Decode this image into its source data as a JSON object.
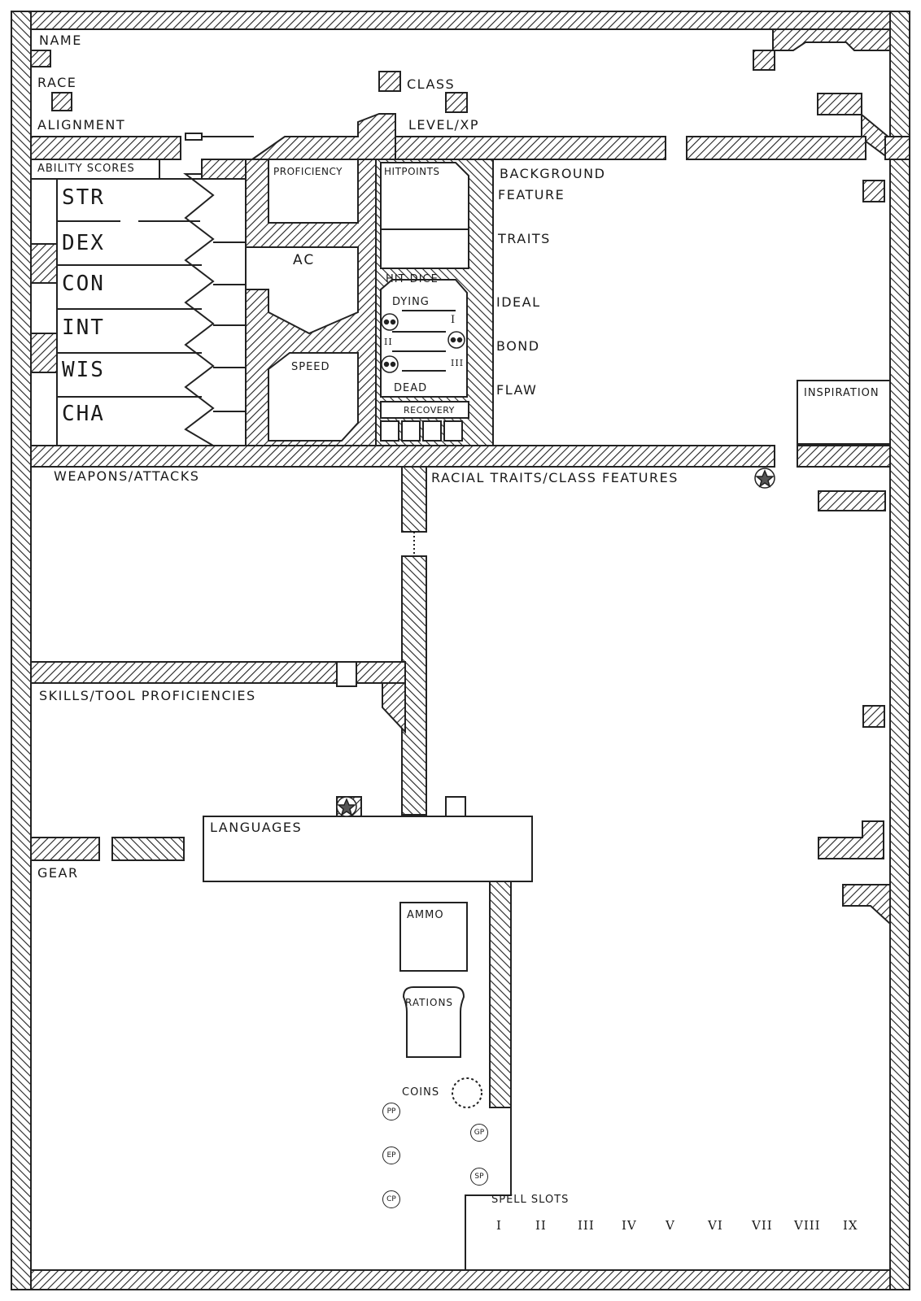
{
  "header": {
    "name": "NAME",
    "race": "RACE",
    "class": "CLASS",
    "alignment": "ALIGNMENT",
    "level_xp": "LEVEL/XP"
  },
  "abilities": {
    "title": "ABILITY SCORES",
    "items": [
      "STR",
      "DEX",
      "CON",
      "INT",
      "WIS",
      "CHA"
    ]
  },
  "combat": {
    "proficiency": "PROFICIENCY",
    "hit_points": "HITPOINTS",
    "ac": "AC",
    "hit_dice": "HIT DICE",
    "speed": "SPEED",
    "dying": "DYING",
    "dead": "DEAD",
    "recovery": "RECOVERY",
    "death_marks": [
      "I",
      "II",
      "III"
    ]
  },
  "background": {
    "title": "BACKGROUND",
    "feature": "FEATURE",
    "traits": "TRAITS",
    "ideal": "IDEAL",
    "bond": "BOND",
    "flaw": "FLAW"
  },
  "inspiration": "INSPIRATION",
  "sections": {
    "weapons": "WEAPONS/ATTACKS",
    "racial": "RACIAL TRAITS/CLASS FEATURES",
    "skills": "SKILLS/TOOL PROFICIENCIES",
    "languages": "LANGUAGES",
    "gear": "GEAR",
    "ammo": "AMMO",
    "rations": "RATIONS",
    "coins": "COINS",
    "spell_slots": "SPELL SLOTS"
  },
  "coins": [
    "PP",
    "EP",
    "CP",
    "GP",
    "SP"
  ],
  "spell_slot_levels": [
    "I",
    "II",
    "III",
    "IV",
    "V",
    "VI",
    "VII",
    "VIII",
    "IX"
  ]
}
